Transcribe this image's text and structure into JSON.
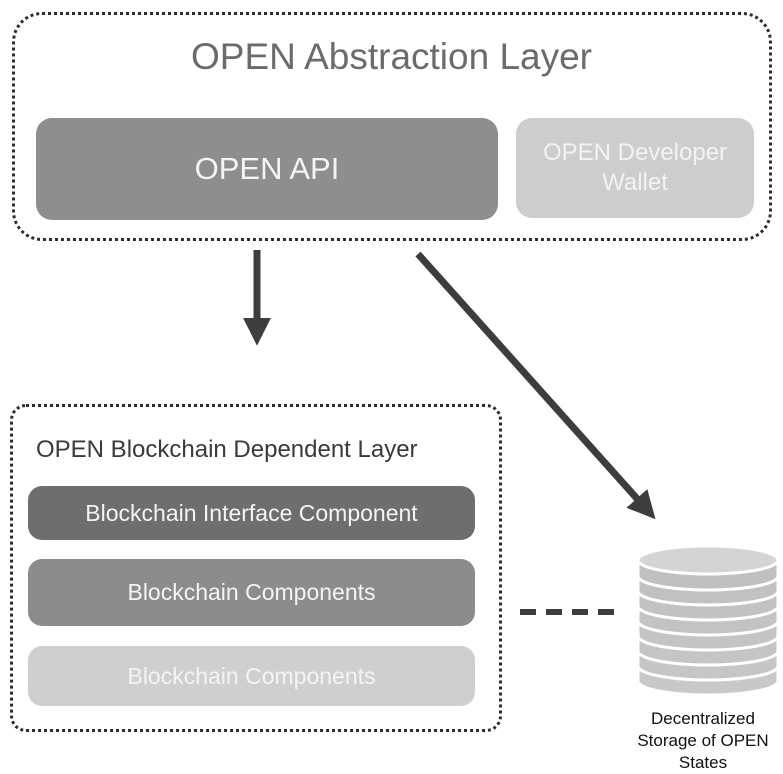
{
  "abstraction_layer": {
    "title": "OPEN Abstraction Layer",
    "api_label": "OPEN API",
    "wallet_label": "OPEN Developer Wallet"
  },
  "dependent_layer": {
    "title": "OPEN Blockchain Dependent Layer",
    "components": [
      {
        "label": "Blockchain Interface Component",
        "color": "#6e6e6e"
      },
      {
        "label": "Blockchain Components",
        "color": "#8c8c8c"
      },
      {
        "label": "Blockchain Components",
        "color": "#cfcfcf"
      }
    ]
  },
  "storage": {
    "caption": "Decentralized Storage of OPEN States",
    "icon": "database-icon"
  },
  "colors": {
    "border": "#2c2c2c",
    "arrow": "#3d3d3d",
    "api_fill": "#8e8e8e",
    "wallet_fill": "#cdcdcd",
    "database_fill": "#c4c4c4"
  }
}
